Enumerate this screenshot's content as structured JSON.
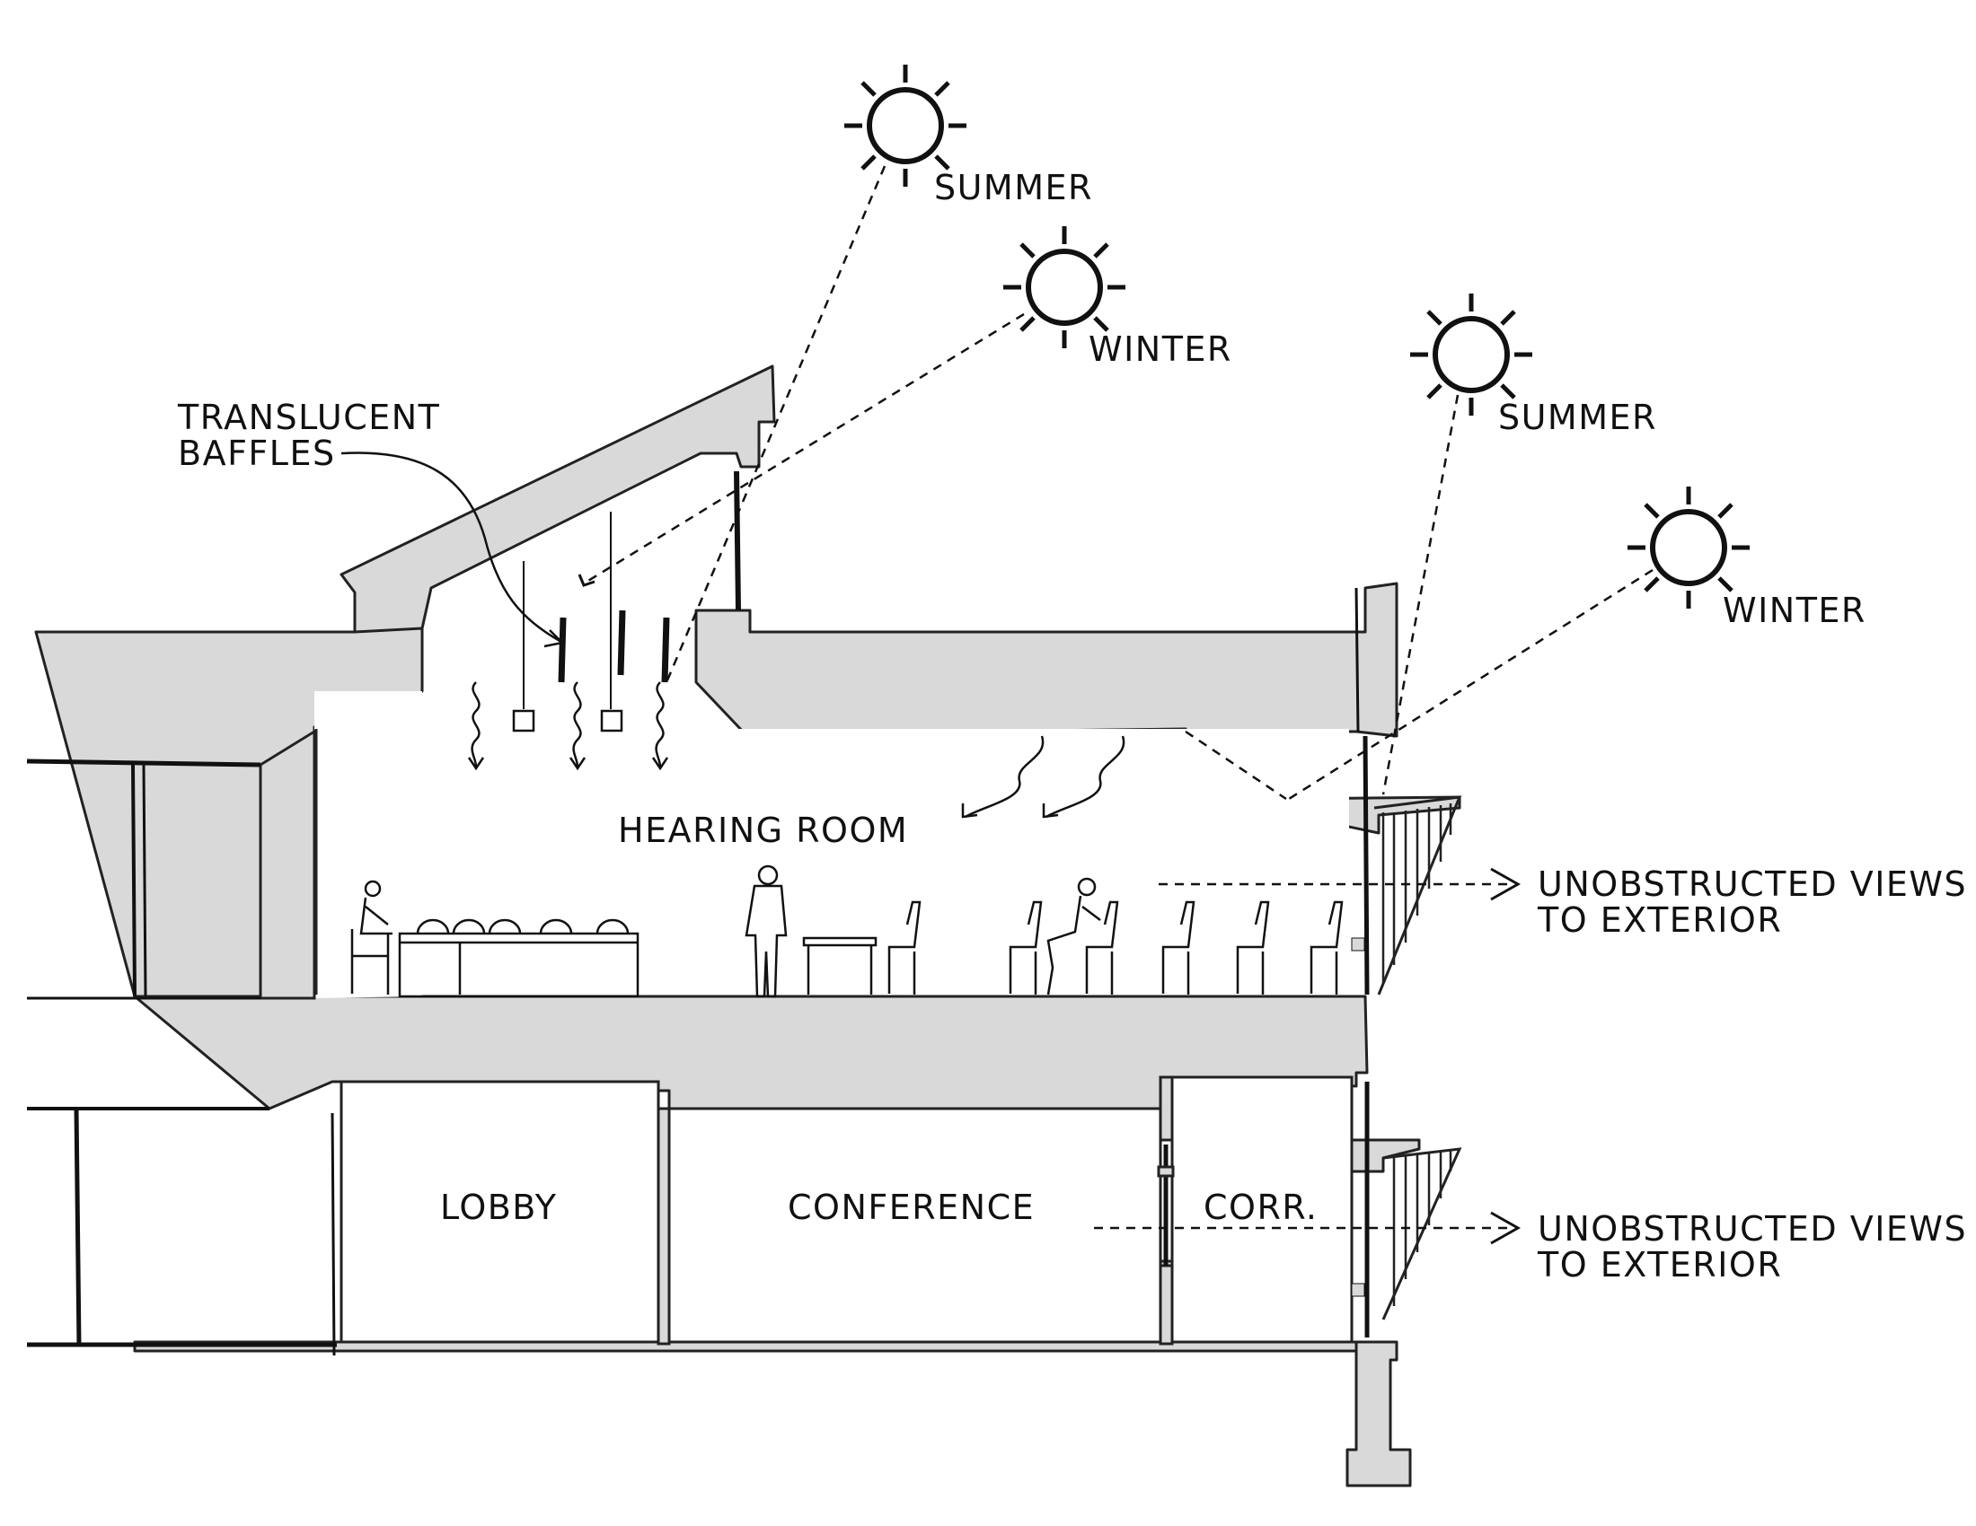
{
  "labels": {
    "summer_upper": "SUMMER",
    "winter_upper": "WINTER",
    "summer_right": "SUMMER",
    "winter_right": "WINTER",
    "baffles_line1": "TRANSLUCENT",
    "baffles_line2": "BAFFLES",
    "hearing_room": "HEARING ROOM",
    "views_upper_line1": "UNOBSTRUCTED VIEWS",
    "views_upper_line2": "TO EXTERIOR",
    "views_lower_line1": "UNOBSTRUCTED VIEWS",
    "views_lower_line2": "TO EXTERIOR",
    "lobby": "LOBBY",
    "conference": "CONFERENCE",
    "corridor": "CORR."
  },
  "colors": {
    "structure_fill": "#d9d9d9",
    "line": "#111111",
    "background": "#ffffff"
  },
  "icons": [
    "sun-icon",
    "person-icon",
    "chair-icon",
    "arrow-icon"
  ]
}
